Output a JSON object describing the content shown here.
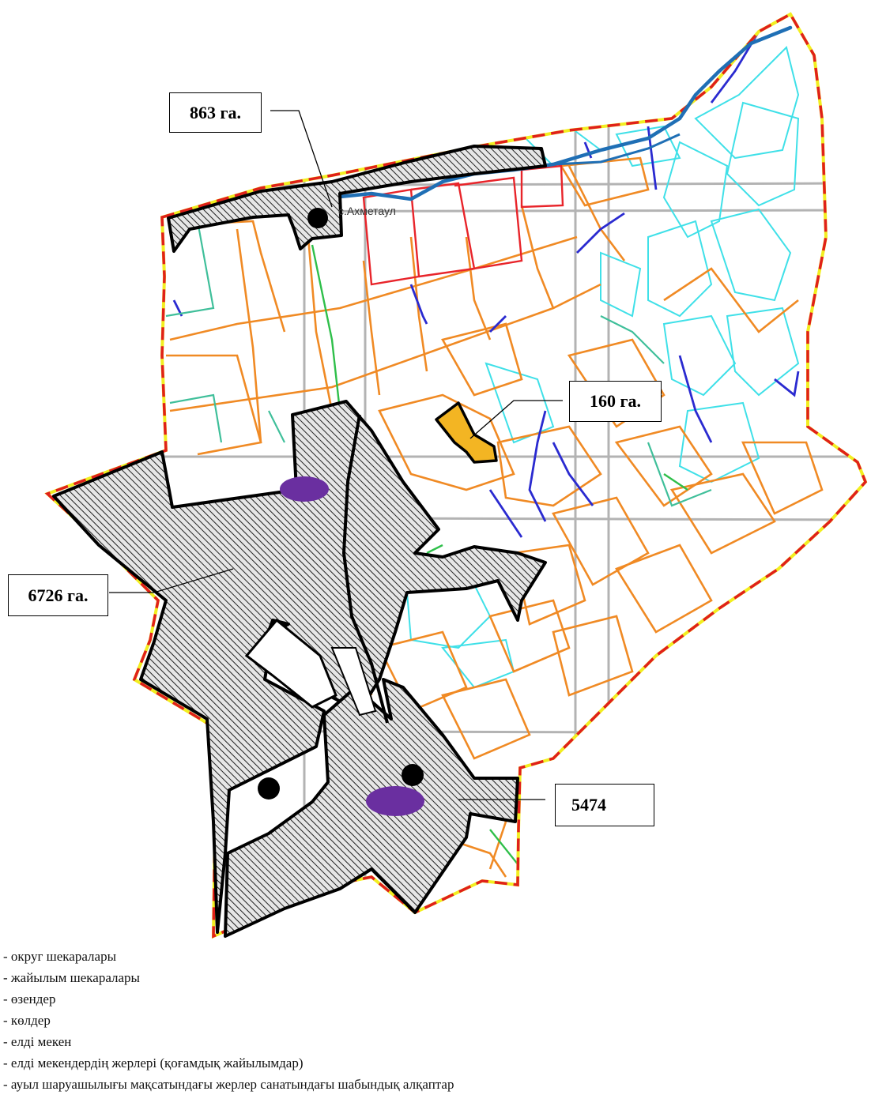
{
  "map": {
    "village_label": "с.Ахметаул",
    "colors": {
      "district_boundary_dash": "#e0201a",
      "boundary_under": "#f2ee20",
      "pasture_boundaries": "#f08a24",
      "rivers": "#1f6fb5",
      "cyan_parcels": "#3fe0e8",
      "blue_ditches": "#2a2ad0",
      "red_fields": "#e8242a",
      "green_lines": "#2fbf4a",
      "teal_lines": "#3fbf9a",
      "grid": "#9a9a9a",
      "hatched_fill": "#bdbdbd",
      "settlement_dot": "#000000",
      "lake": "#6a2fa0",
      "highlight_parcel": "#f3b523"
    }
  },
  "callouts": {
    "area_863": "863 га.",
    "area_160": "160 га.",
    "area_6726": "6726 га.",
    "area_5474": "5474"
  },
  "legend": {
    "items": [
      "- округ шекаралары",
      "- жайылым шекаралары",
      "- өзендер",
      "- көлдер",
      "- елді мекен",
      "- елді мекендердің жерлері (қоғамдық жайылымдар)",
      "- ауыл шаруашылығы мақсатындағы жерлер санатындағы шабындық алқаптар"
    ]
  }
}
